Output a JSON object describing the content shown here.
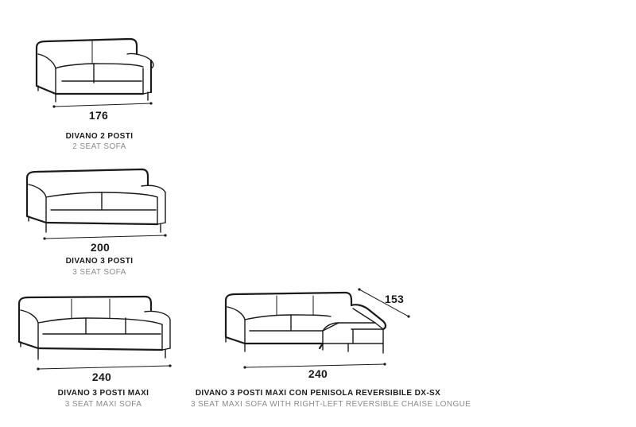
{
  "products": [
    {
      "dimension": "176",
      "name": "DIVANO 2 POSTI",
      "subtitle": "2 SEAT SOFA",
      "icon": "sofa-2-seat-icon"
    },
    {
      "dimension": "200",
      "name": "DIVANO 3 POSTI",
      "subtitle": "3 SEAT SOFA",
      "icon": "sofa-3-seat-icon"
    },
    {
      "dimension": "240",
      "name": "DIVANO 3 POSTI MAXI",
      "subtitle": "3 SEAT MAXI SOFA",
      "icon": "sofa-3-seat-maxi-icon"
    },
    {
      "dimension": "240",
      "dimension_depth": "153",
      "name": "DIVANO 3 POSTI MAXI CON PENISOLA REVERSIBILE DX-SX",
      "subtitle": "3 SEAT MAXI SOFA WITH RIGHT-LEFT REVERSIBLE CHAISE LONGUE",
      "icon": "sofa-chaise-longue-icon"
    }
  ]
}
